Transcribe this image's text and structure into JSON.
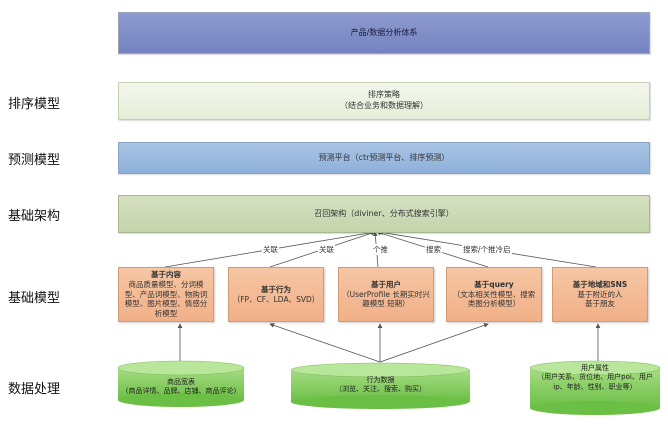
{
  "layers": {
    "sort": "排序模型",
    "predict": "预测模型",
    "infra": "基础架构",
    "base": "基础模型",
    "data": "数据处理"
  },
  "bands": {
    "top": "产品/数据分析体系",
    "sort_line1": "排序策略",
    "sort_line2": "（结合业务和数据理解）",
    "predict": "预测平台（ctr预测平台、排序预测）",
    "infra": "召回架构（diviner、分布式搜索引擎）"
  },
  "models": [
    {
      "title": "基于内容",
      "desc": "商品质量模型、分词模型、产品词模型、物购词模型、图片模型、情感分析模型"
    },
    {
      "title": "基于行为",
      "desc": "（FP、CF、LDA、SVD）"
    },
    {
      "title": "基于用户",
      "desc": "（UserProfile 长期实时兴趣模型 短期）"
    },
    {
      "title": "基于query",
      "desc": "（文本相关性模型、搜索类图分析模型）"
    },
    {
      "title": "基于地域和SNS",
      "desc": "基于附近的人\n基于朋友"
    }
  ],
  "edge_labels": [
    "关联",
    "关联",
    "个推",
    "搜索",
    "搜索/个推冷启"
  ],
  "data_sources": [
    {
      "title": "商品宽表",
      "desc": "(商品详情、品牌、店铺、商品评论)"
    },
    {
      "title": "行为数据",
      "desc": "（浏览、关注、搜索、购买）"
    },
    {
      "title": "用户属性",
      "desc": "（用户关系、货位地、用户poi、用户ip、年龄、性别、职业等）"
    }
  ],
  "colors": {
    "top_band": "#7f8cc8",
    "sort_band": "#eaf0df",
    "predict_band": "#9dbbe0",
    "infra_band": "#c9d8b3",
    "model_box": "#f4bb95",
    "cylinder": "#8fd16a"
  }
}
